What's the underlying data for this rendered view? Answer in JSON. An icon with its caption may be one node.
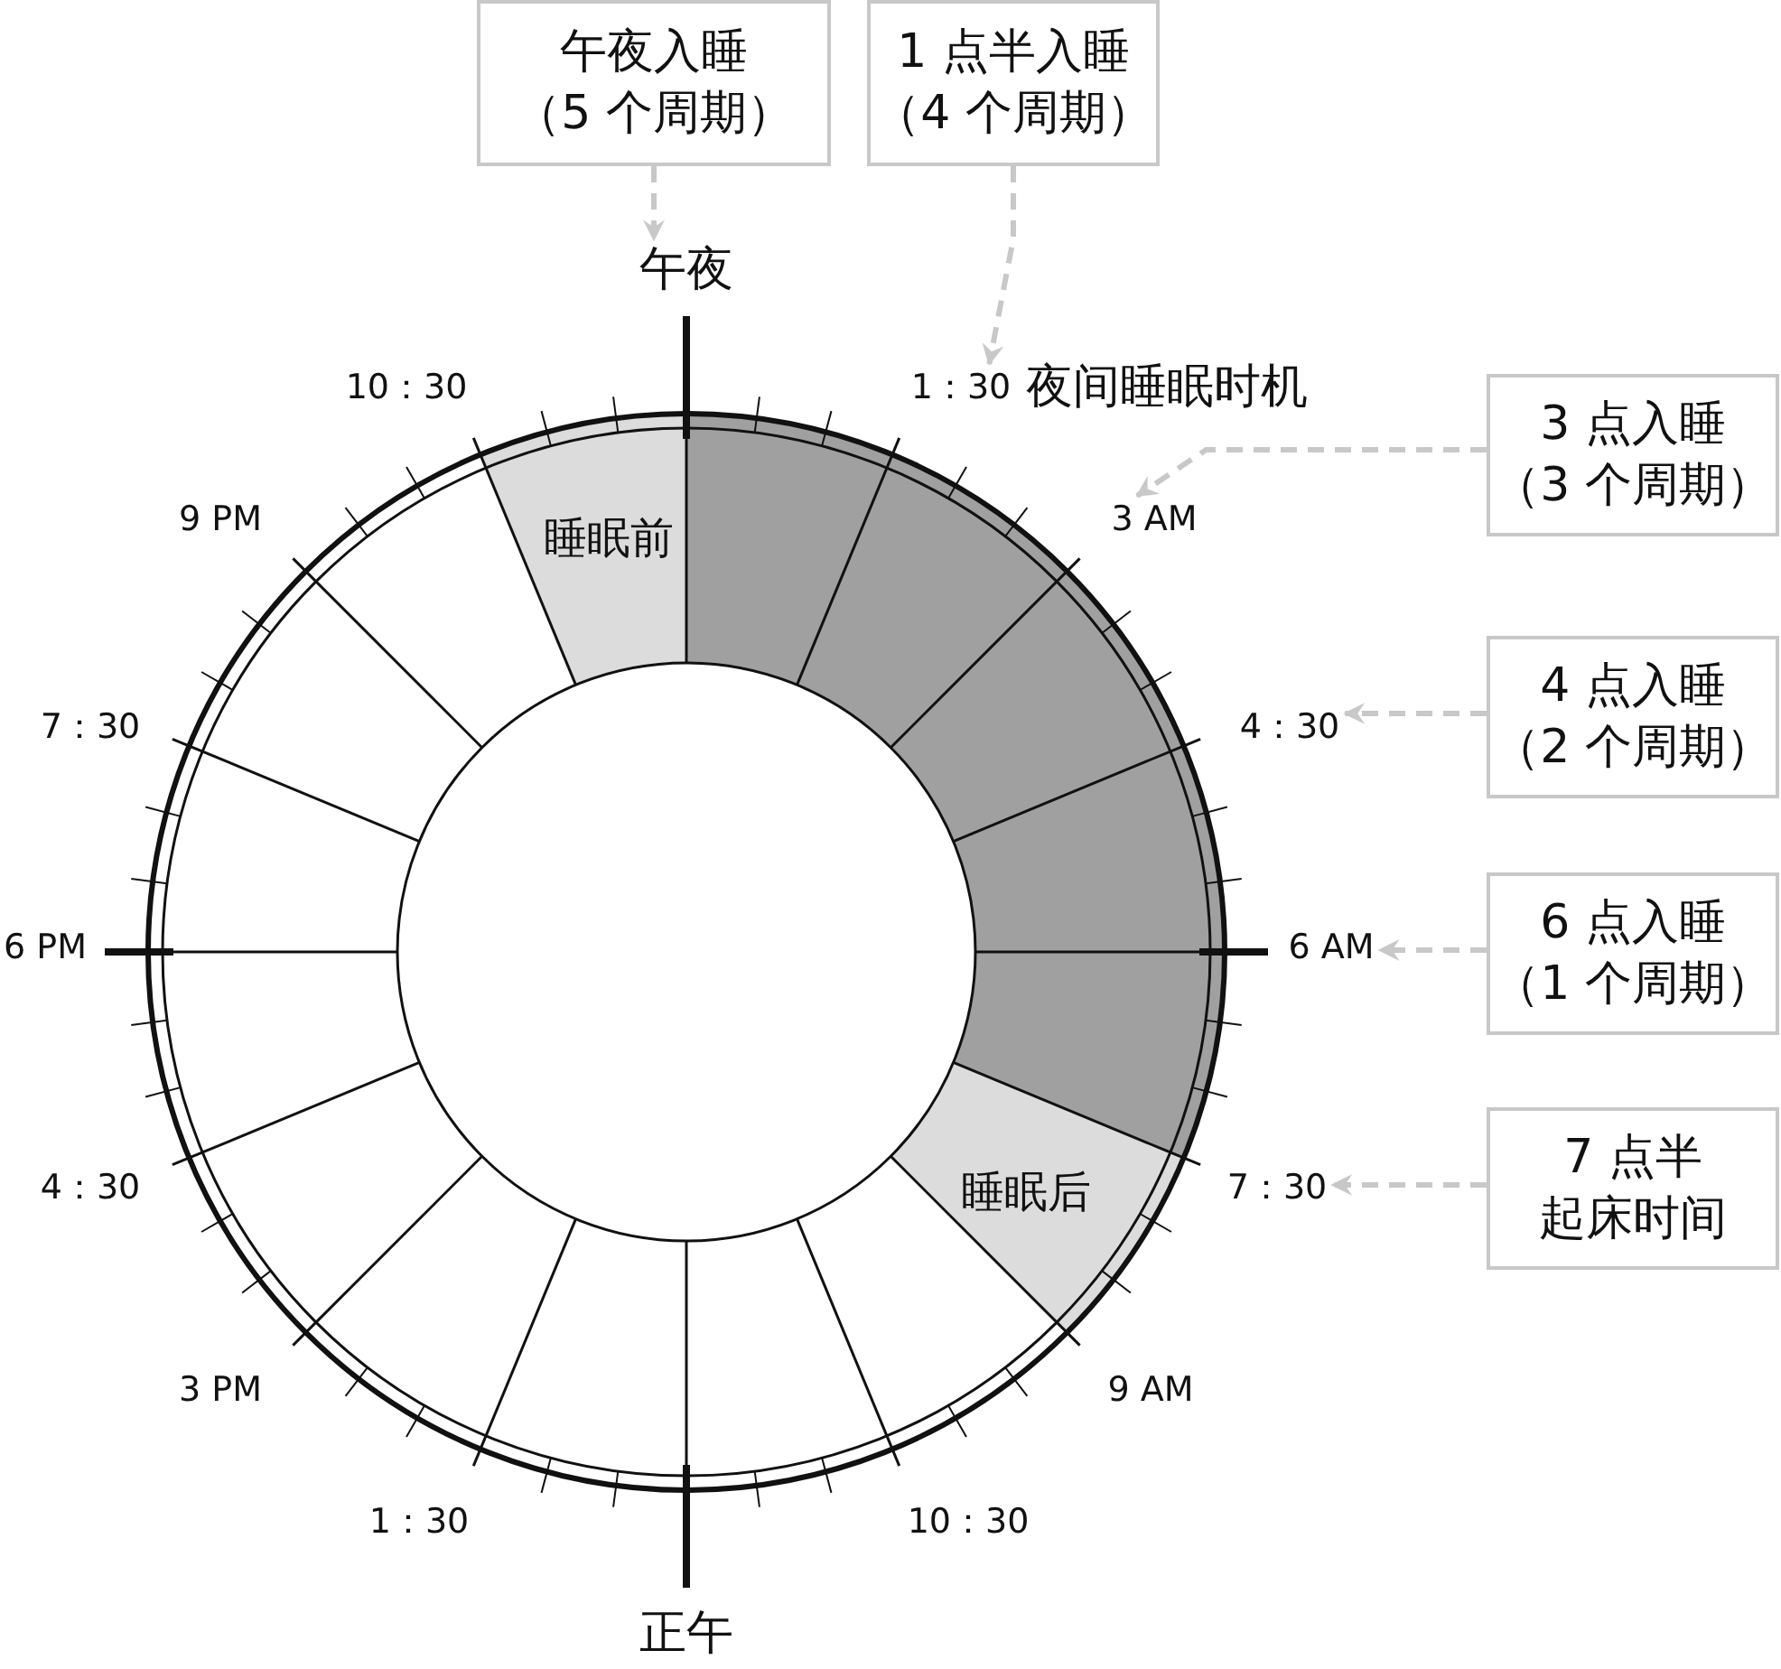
{
  "diagram": {
    "nodes": [
      {
        "text": [
          "午夜入睡",
          "（5 个周期）"
        ]
      },
      {
        "text": [
          "1 点半入睡",
          "（4 个周期）"
        ]
      },
      {
        "text": [
          "3 点入睡",
          "（3 个周期）"
        ]
      },
      {
        "text": [
          "4 点入睡",
          "（2 个周期）"
        ]
      },
      {
        "text": [
          "6 点入睡",
          "（1 个周期）"
        ]
      },
      {
        "text": [
          "7 点半",
          "起床时间"
        ]
      },
      {
        "text": [
          "午夜"
        ]
      },
      {
        "text": [
          "1：30"
        ]
      },
      {
        "text": [
          "3 AM"
        ]
      },
      {
        "text": [
          "4：30"
        ]
      },
      {
        "text": [
          "6 AM"
        ]
      },
      {
        "text": [
          "7：30"
        ]
      }
    ],
    "edges": [
      {
        "from": 0,
        "to": 6,
        "arrow": "to",
        "style": "dashed"
      },
      {
        "from": 1,
        "to": 7,
        "arrow": "to",
        "style": "dashed"
      },
      {
        "from": 2,
        "to": 8,
        "arrow": "to",
        "style": "dashed"
      },
      {
        "from": 3,
        "to": 9,
        "arrow": "to",
        "style": "dashed"
      },
      {
        "from": 4,
        "to": 10,
        "arrow": "to",
        "style": "dashed"
      },
      {
        "from": 5,
        "to": 11,
        "arrow": "to",
        "style": "dashed"
      }
    ],
    "labels": [
      "10：30",
      "夜间睡眠时机",
      "9 PM",
      "睡眠前",
      "7：30",
      "6 PM",
      "4：30",
      "睡眠后",
      "3 PM",
      "9 AM",
      "1：30",
      "10：30",
      "正午"
    ]
  }
}
